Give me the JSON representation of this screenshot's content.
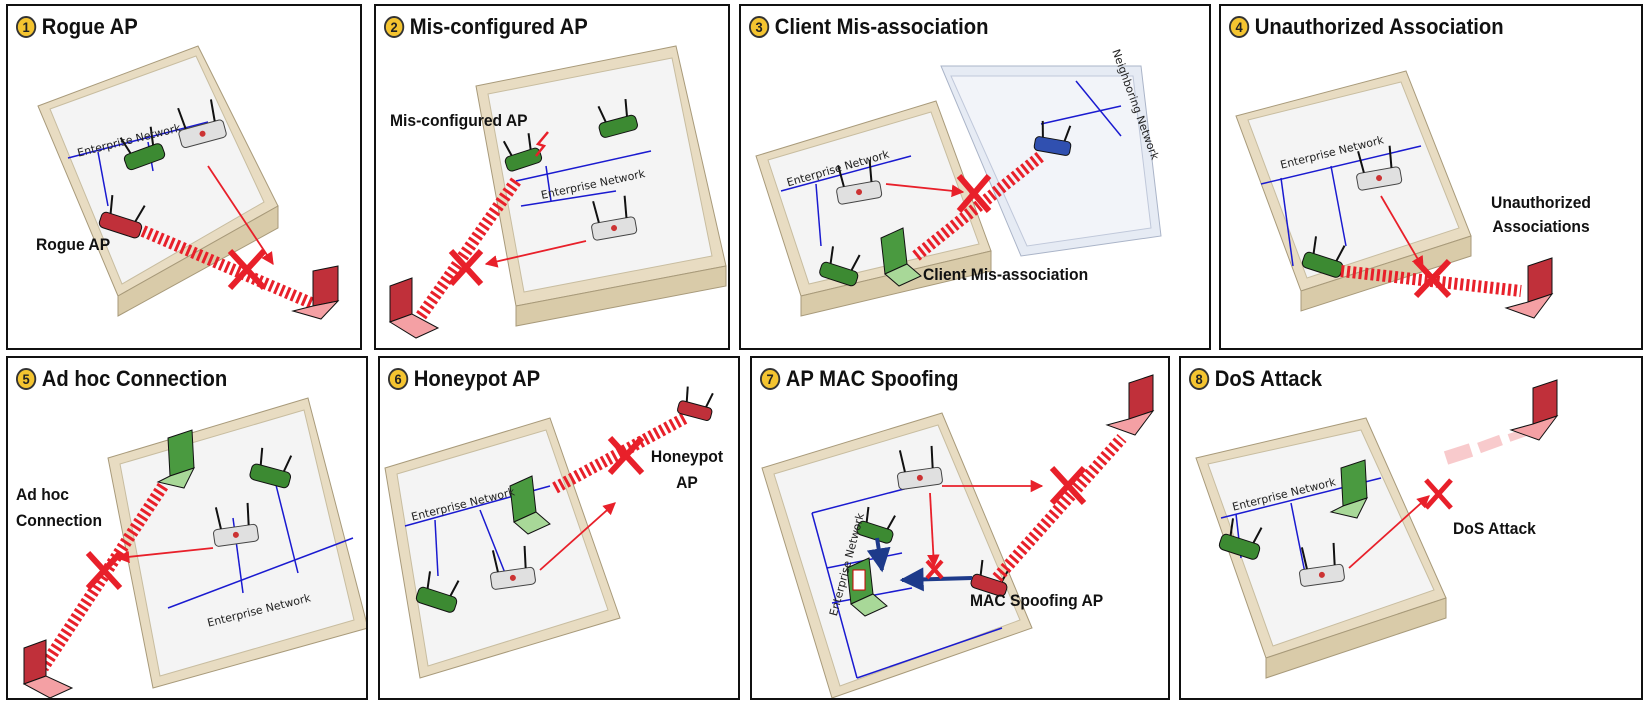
{
  "panels": [
    {
      "number": "1",
      "title": "Rogue AP",
      "labels": [
        "Rogue AP"
      ],
      "network": "Enterprise Network"
    },
    {
      "number": "2",
      "title": "Mis-configured AP",
      "labels": [
        "Mis-configured  AP"
      ],
      "network": "Enterprise Network"
    },
    {
      "number": "3",
      "title": "Client Mis-association",
      "labels": [
        "Client Mis-association"
      ],
      "network": "Enterprise Network",
      "network2": "Neighboring Network"
    },
    {
      "number": "4",
      "title": "Unauthorized Association",
      "labels": [
        "Unauthorized",
        "Associations"
      ],
      "network": "Enterprise Network"
    },
    {
      "number": "5",
      "title": "Ad hoc Connection",
      "labels": [
        "Ad hoc",
        "Connection"
      ],
      "network": "Enterprise Network"
    },
    {
      "number": "6",
      "title": "Honeypot AP",
      "labels": [
        "Honeypot",
        "AP"
      ],
      "network": "Enterprise Network"
    },
    {
      "number": "7",
      "title": "AP MAC Spoofing",
      "labels": [
        "MAC Spoofing AP"
      ],
      "network": "Enterprise Network"
    },
    {
      "number": "8",
      "title": "DoS Attack",
      "labels": [
        "DoS Attack"
      ],
      "network": "Enterprise Network"
    }
  ],
  "colors": {
    "wall": "#e8dcc2",
    "wall_dark": "#d9cba9",
    "network_line": "#1a1ad0",
    "attack": "#e8202a",
    "rogue": "#c0303a",
    "legit_ap": "#3c8a32",
    "badge": "#f4c430"
  }
}
